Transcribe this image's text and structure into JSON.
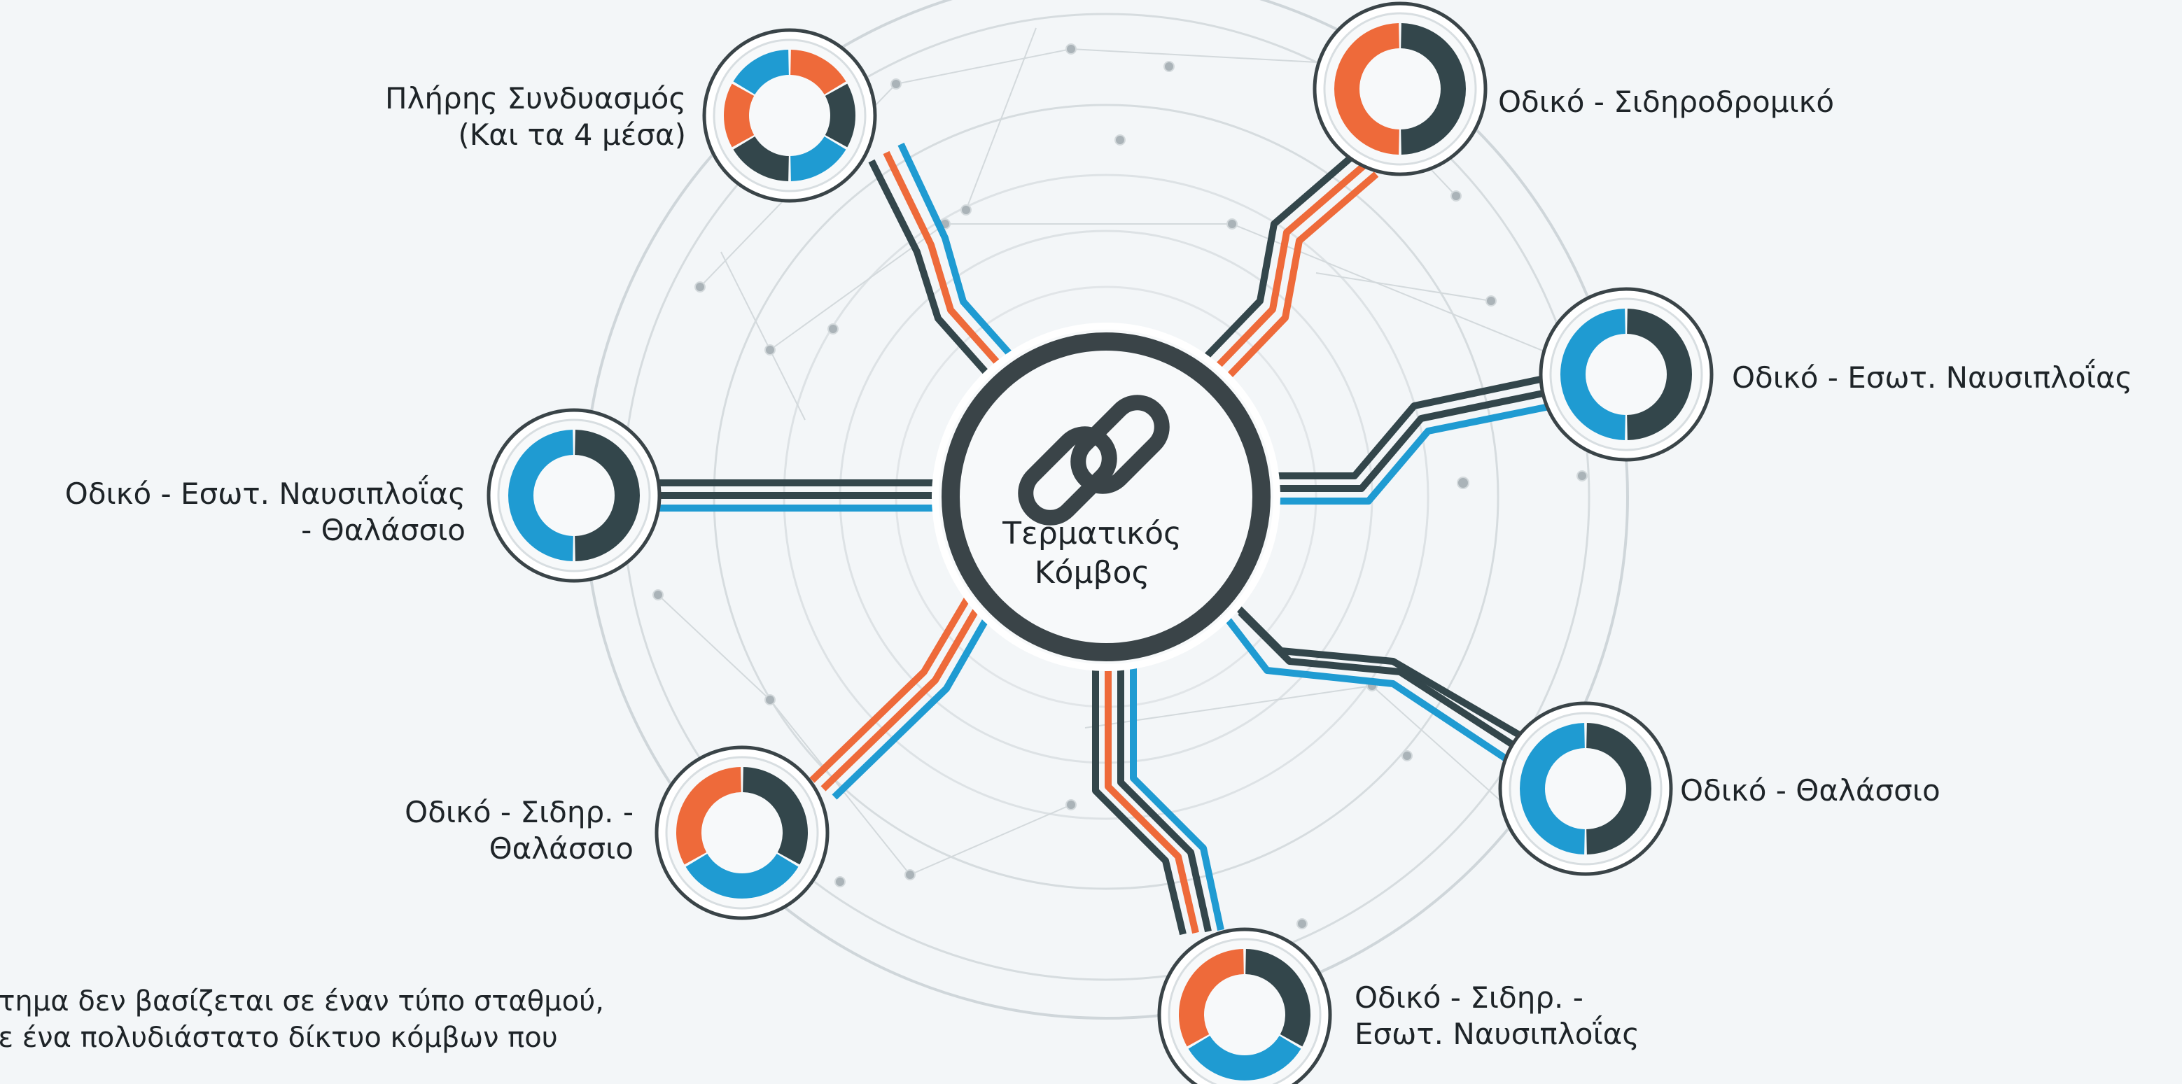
{
  "colors": {
    "dark": "#33464b",
    "orange": "#ee6a3a",
    "blue": "#1f9bd2",
    "background": "#f3f6f8",
    "ring": "#c6ced3",
    "node_border": "#3a4448"
  },
  "hub": {
    "icon": "chain-link-icon",
    "title_line1": "Τερματικός",
    "title_line2": "Κόμβος"
  },
  "nodes": [
    {
      "id": "full-combination",
      "label_lines": [
        "Πλήρης Συνδυασμός",
        "(Και τα 4 μέσα)"
      ],
      "modes": [
        "orange",
        "dark",
        "blue",
        "dark",
        "orange",
        "blue"
      ]
    },
    {
      "id": "road-rail",
      "label_lines": [
        "Οδικό - Σιδηροδρομικό"
      ],
      "modes": [
        "dark",
        "orange"
      ]
    },
    {
      "id": "road-inland-right",
      "label_lines": [
        "Οδικό - Εσωτ. Ναυσιπλοΐας"
      ],
      "modes": [
        "dark",
        "blue"
      ]
    },
    {
      "id": "road-sea",
      "label_lines": [
        "Οδικό - Θαλάσσιο"
      ],
      "modes": [
        "dark",
        "blue"
      ]
    },
    {
      "id": "road-rail-inland",
      "label_lines": [
        "Οδικό - Σιδηρ. -",
        "Εσωτ. Ναυσιπλοΐας"
      ],
      "modes": [
        "dark",
        "blue",
        "orange"
      ]
    },
    {
      "id": "road-rail-sea",
      "label_lines": [
        "Οδικό - Σιδηρ. -",
        "Θαλάσσιο"
      ],
      "modes": [
        "dark",
        "blue",
        "orange"
      ]
    },
    {
      "id": "road-inland-sea",
      "label_lines": [
        "Οδικό - Εσωτ. Ναυσιπλοΐας",
        "- Θαλάσσιο"
      ],
      "modes": [
        "dark",
        "blue"
      ]
    }
  ],
  "caption_lines": [
    "στημα δεν βασίζεται σε έναν τύπο σταθμού,",
    "σε ένα πολυδιάστατο δίκτυο κόμβων που"
  ]
}
